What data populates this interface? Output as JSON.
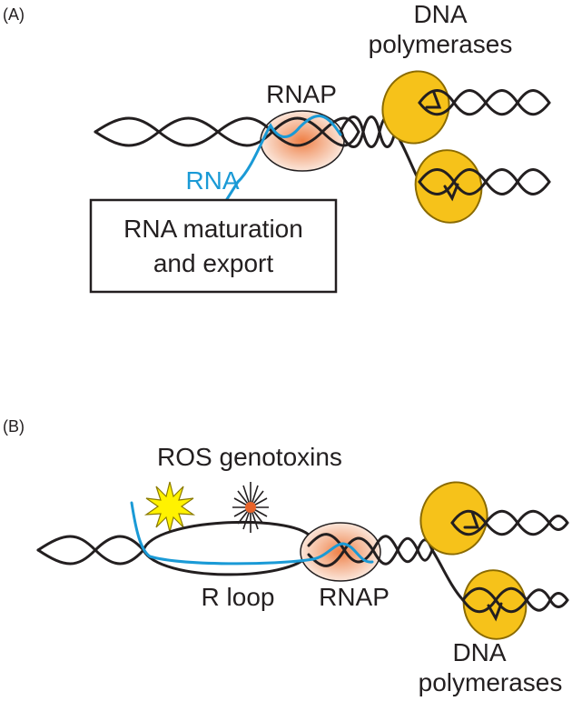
{
  "panel_a": {
    "label": "(A)",
    "polymerase_label_line1": "DNA",
    "polymerase_label_line2": "polymerases",
    "rnap_label": "RNAP",
    "rna_label": "RNA",
    "box_line1": "RNA maturation",
    "box_line2": "and export"
  },
  "panel_b": {
    "label": "(B)",
    "damage_label": "ROS genotoxins",
    "rloop_label": "R loop",
    "rnap_label": "RNAP",
    "polymerase_label_line1": "DNA",
    "polymerase_label_line2": "polymerases"
  },
  "colors": {
    "dna": "#231f20",
    "rna": "#1a9ad6",
    "polymerase_fill": "#f6c21a",
    "polymerase_stroke": "#8a6a00",
    "rnap_fill": "#f7d6c4",
    "rnap_core": "#ef8a55",
    "ros_burst": "#fff200",
    "genotoxin_core": "#e8632a"
  },
  "icons": {
    "ros_icon": "yellow-starburst",
    "genotoxin_icon": "spiky-star"
  }
}
